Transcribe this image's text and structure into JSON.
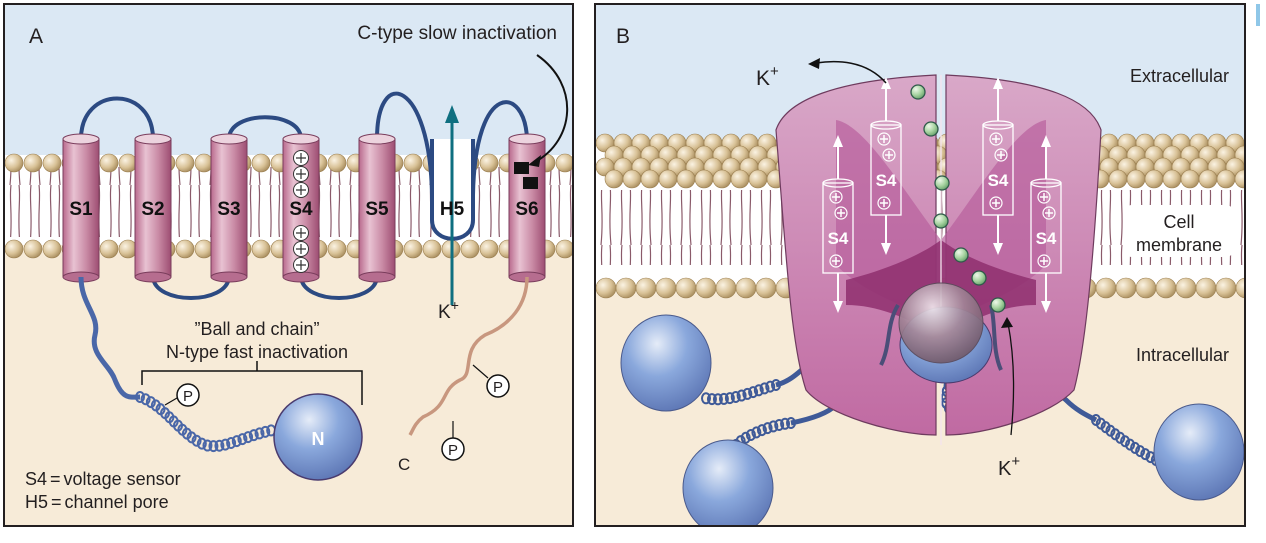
{
  "panel_a": {
    "label": "A",
    "c_type_label": "C-type slow inactivation",
    "helices": [
      "S1",
      "S2",
      "S3",
      "S4",
      "S5",
      "H5",
      "S6"
    ],
    "k_ion_label": "K",
    "k_ion_charge": "+",
    "ball_chain_title": "”Ball and chain”",
    "n_type_label": "N-type fast inactivation",
    "ball_label": "N",
    "c_terminus_label": "C",
    "phospho_label": "P",
    "legend": [
      {
        "key": "S4",
        "eq": "=",
        "value": "voltage sensor"
      },
      {
        "key": "H5",
        "eq": "=",
        "value": "channel pore"
      }
    ]
  },
  "panel_b": {
    "label": "B",
    "extracellular_label": "Extracellular",
    "membrane_label_line1": "Cell",
    "membrane_label_line2": "membrane",
    "intracellular_label": "Intracellular",
    "k_ion_label": "K",
    "k_ion_charge": "+",
    "s4_label": "S4"
  },
  "colors": {
    "extracellular": "#dbe8f4",
    "intracellular": "#f7ebd8",
    "lipid_head": "#d8c196",
    "helix": "#c9819f",
    "loop": "#2c4a82",
    "pore_arrow": "#0f6f80",
    "c_tail": "#c8977f",
    "ball": "#7e9fd4",
    "channel": "#c77fb0",
    "ion": "#a6d3a0"
  }
}
